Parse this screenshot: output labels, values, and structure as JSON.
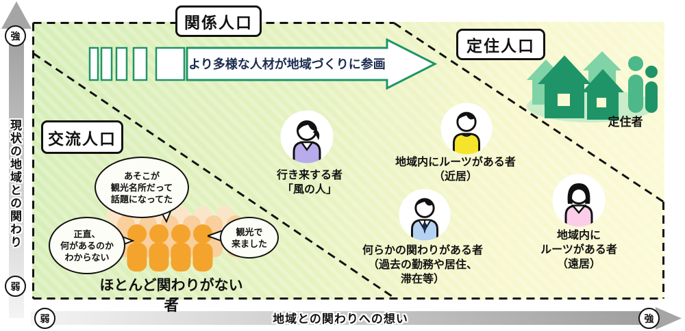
{
  "zones": {
    "kankei": "関係人口",
    "teiju": "定住人口",
    "koryu": "交流人口"
  },
  "top_arrow": {
    "text": "より多様な人材が地域づくりに参画"
  },
  "axes": {
    "y": {
      "label": "現状の地域との関わり",
      "strong": "強",
      "weak": "弱"
    },
    "x": {
      "label": "地域との関わりへの想い",
      "strong": "強",
      "weak": "弱"
    }
  },
  "people": {
    "kaze": {
      "line1": "行き来する者",
      "line2": "「風の人」"
    },
    "kinkyo": {
      "line1": "地域内にルーツがある者",
      "line2": "（近居）"
    },
    "kakawari": {
      "line1": "何らかの関わりがある者",
      "line2": "（過去の勤務や居住、",
      "line3": "滞在等）"
    },
    "enkyo": {
      "line1": "地域内に",
      "line2": "ルーツがある者",
      "line3": "（遠居）"
    },
    "teijusha": {
      "label": "定住者"
    },
    "crowd": {
      "label": "ほとんど関わりがない者"
    }
  },
  "bubbles": {
    "topic": {
      "line1": "あそこが",
      "line2": "観光名所だって",
      "line3": "話題になってた"
    },
    "honest": {
      "line1": "正直、",
      "line2": "何があるのか",
      "line3": "わからない"
    },
    "tourism": {
      "line1": "観光で",
      "line2": "来ました"
    }
  },
  "colors": {
    "green": "#1f9468",
    "green-mid": "#4db88a",
    "green-light": "#7fd3a6",
    "green-pale": "#c9ecc9",
    "orange": "#f4a42c",
    "orange-mid": "#f8cf9d",
    "orange-pale": "#fbe5c8",
    "navy": "#1b2b4e",
    "yellow-shirt": "#f5e42b",
    "purple-shirt": "#b8abec",
    "blue-shirt": "#b5d2f2",
    "pink-shirt": "#fbcde9",
    "bg-green": "#d6eeb8",
    "bg-yellow": "#fafad2",
    "axis-gray": "#a8a8a8",
    "line-black": "#111111"
  }
}
